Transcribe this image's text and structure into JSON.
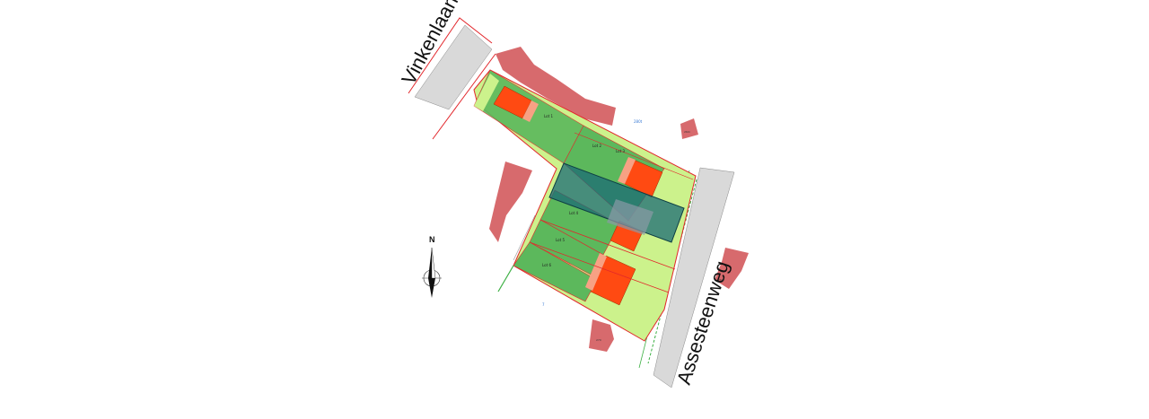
{
  "streets": {
    "top_street": "Vinkenlaan",
    "main_road": "Assesteenweg"
  },
  "compass": {
    "label": "N"
  },
  "lots": [
    {
      "id": "lot1",
      "label": "Lot 1"
    },
    {
      "id": "lot2",
      "label": "Lot 2"
    },
    {
      "id": "lot3",
      "label": "Lot 3"
    },
    {
      "id": "lot4",
      "label": "Lot 4"
    },
    {
      "id": "lot5",
      "label": "Lot 5"
    },
    {
      "id": "lot6",
      "label": "Lot 6"
    }
  ],
  "parcels": [
    "280t",
    "7"
  ],
  "building_tags": [
    "260i",
    "260f",
    "270"
  ],
  "colors": {
    "lot_green": "#5cb85c",
    "light_green": "#ccf28c",
    "building_orange": "#ff4a12",
    "annex_salmon": "#f7a184",
    "neighbor_red": "#d76a6d",
    "road_grey": "#d9d9d9",
    "boundary_red": "#e2262b",
    "overlay_teal": "#1b6b76"
  }
}
